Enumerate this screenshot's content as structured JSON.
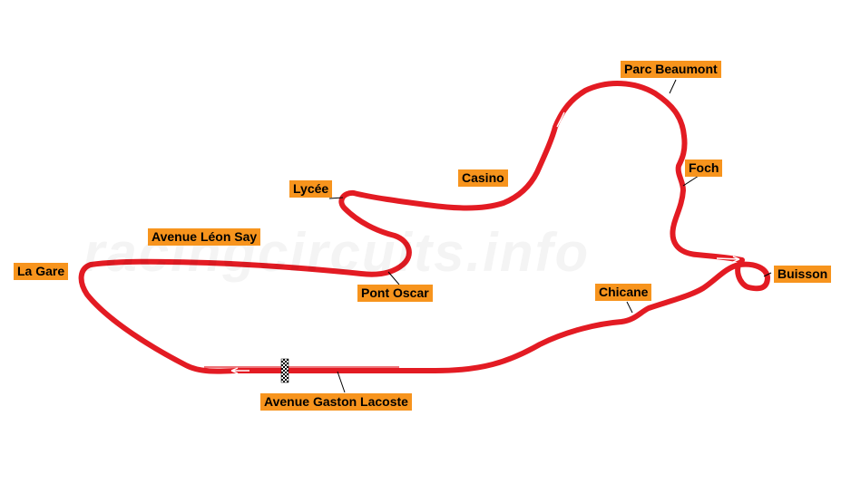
{
  "map": {
    "track_color": "#e31b23",
    "label_color": "#f7941d",
    "watermark": "racingcircuits.info",
    "corners": [
      {
        "id": "parc-beaumont",
        "name": "Parc Beaumont"
      },
      {
        "id": "foch",
        "name": "Foch"
      },
      {
        "id": "casino",
        "name": "Casino"
      },
      {
        "id": "lycee",
        "name": "Lycée"
      },
      {
        "id": "avenue-leon-say",
        "name": "Avenue Léon Say"
      },
      {
        "id": "la-gare",
        "name": "La Gare"
      },
      {
        "id": "pont-oscar",
        "name": "Pont Oscar"
      },
      {
        "id": "buisson",
        "name": "Buisson"
      },
      {
        "id": "chicane",
        "name": "Chicane"
      },
      {
        "id": "avenue-gaston-lacoste",
        "name": "Avenue Gaston Lacoste"
      }
    ],
    "start_finish": "checkered-flag-icon",
    "direction": "arrow-icon"
  }
}
